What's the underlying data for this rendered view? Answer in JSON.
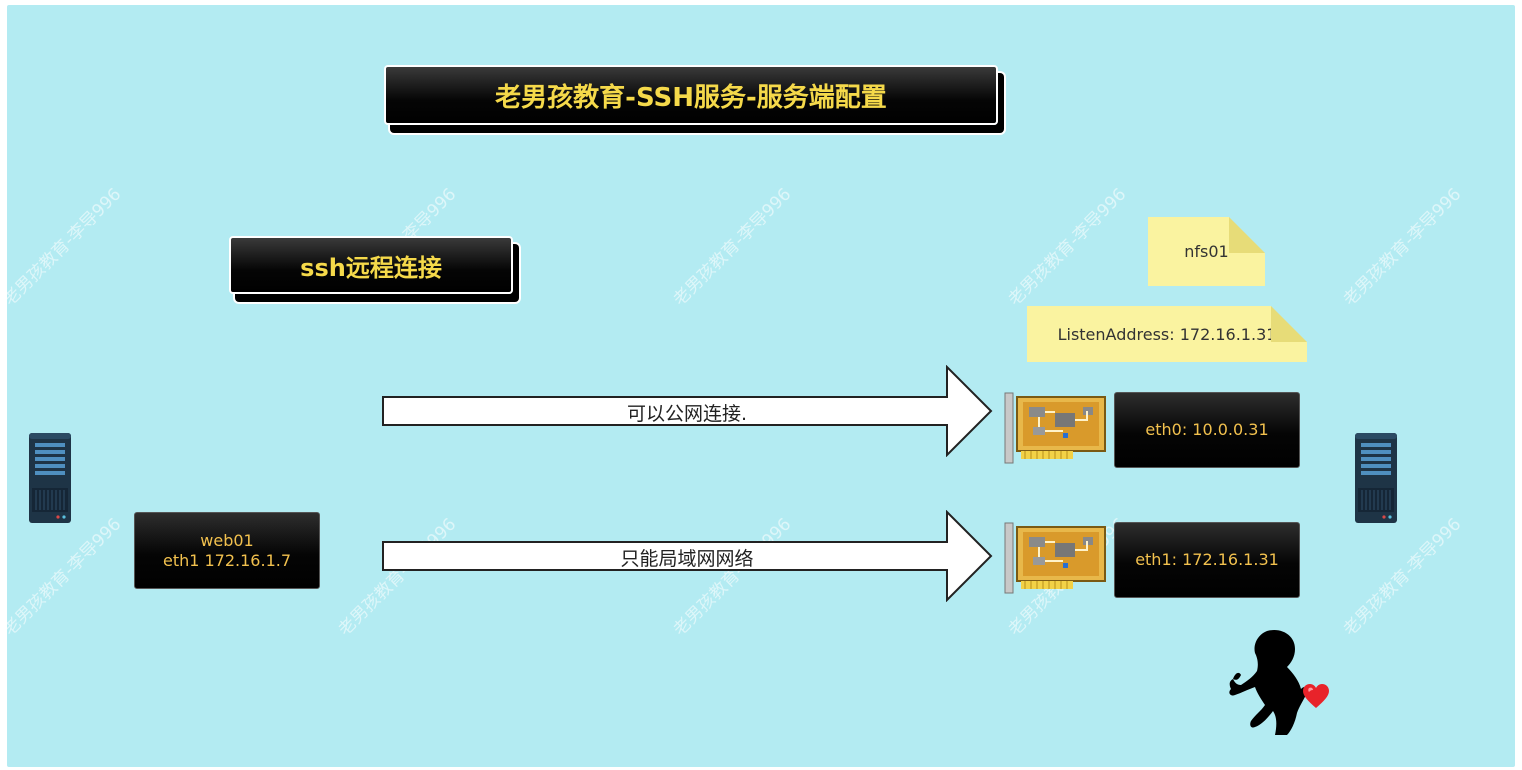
{
  "title": "老男孩教育-SSH服务-服务端配置",
  "subtitle": "ssh远程连接",
  "client": {
    "name": "web01",
    "address": "eth1 172.16.1.7"
  },
  "server": {
    "name": "nfs01",
    "listen_address": "ListenAddress:  172.16.1.31",
    "nics": [
      {
        "label": "eth0: 10.0.0.31"
      },
      {
        "label": "eth1: 172.16.1.31"
      }
    ]
  },
  "links": [
    {
      "label": "可以公网连接."
    },
    {
      "label": "只能局域网网络"
    }
  ],
  "watermark": "老男孩教育-李导996",
  "colors": {
    "canvas_bg": "#b3ebf2",
    "title_text": "#f5d94a",
    "box_text": "#f2c14e",
    "note_bg": "#faf3a0"
  },
  "icons": [
    "server-icon",
    "network-card-icon",
    "woman-silhouette-icon",
    "heart-icon"
  ]
}
